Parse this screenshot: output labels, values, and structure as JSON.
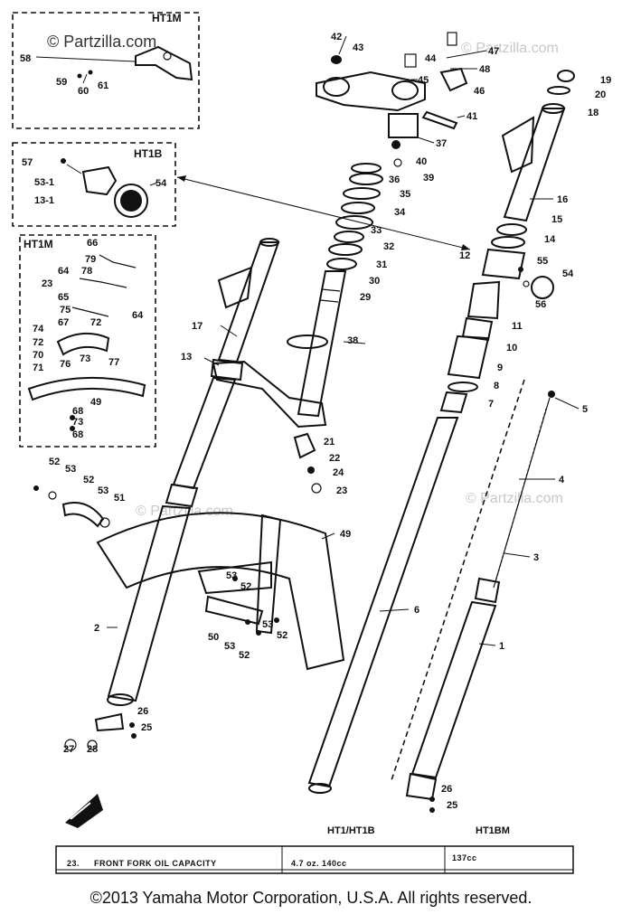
{
  "watermarks": {
    "main": "© Partzilla.com",
    "faint": "© Partzilla.com"
  },
  "boxes": {
    "ht1m_top": "HT1M",
    "ht1b": "HT1B",
    "ht1m_fender": "HT1M"
  },
  "model_labels": {
    "left": "HT1/HT1B",
    "right": "HT1BM"
  },
  "capacity_table": {
    "item": "23.",
    "label": "FRONT FORK OIL CAPACITY",
    "value_oz_cc": "4.7 oz.  140cc",
    "value_ht1bm": "137cc"
  },
  "labels": {
    "l1": "1",
    "l2": "2",
    "l3": "3",
    "l4": "4",
    "l5": "5",
    "l6": "6",
    "l7": "7",
    "l8": "8",
    "l9": "9",
    "l10": "10",
    "l11": "11",
    "l12": "12",
    "l13": "13",
    "l14": "14",
    "l15": "15",
    "l16": "16",
    "l17": "17",
    "l18": "18",
    "l19": "19",
    "l20": "20",
    "l21": "21",
    "l22": "22",
    "l23": "23",
    "l24": "24",
    "l25": "25",
    "l26": "26",
    "l27": "27",
    "l28": "28",
    "l29": "29",
    "l30": "30",
    "l31": "31",
    "l32": "32",
    "l33": "33",
    "l34": "34",
    "l35": "35",
    "l36": "36",
    "l37": "37",
    "l38": "38",
    "l39": "39",
    "l40": "40",
    "l41": "41",
    "l42": "42",
    "l43": "43",
    "l44": "44",
    "l45": "45",
    "l46": "46",
    "l47": "47",
    "l48": "48",
    "l49": "49",
    "l50": "50",
    "l51": "51",
    "l52": "52",
    "l53": "53",
    "l54": "54",
    "l55": "55",
    "l56": "56",
    "l57": "57",
    "l58": "58",
    "l59": "59",
    "l60": "60",
    "l61": "61",
    "l64": "64",
    "l65": "65",
    "l66": "66",
    "l67": "67",
    "l68": "68",
    "l70": "70",
    "l71": "71",
    "l72": "72",
    "l73": "73",
    "l74": "74",
    "l75": "75",
    "l76": "76",
    "l77": "77",
    "l78": "78",
    "l79": "79",
    "l131": "13-1",
    "l531": "53-1",
    "l51b": "51"
  },
  "copyright": "©2013  Yamaha Motor Corporation, U.S.A. All rights reserved."
}
